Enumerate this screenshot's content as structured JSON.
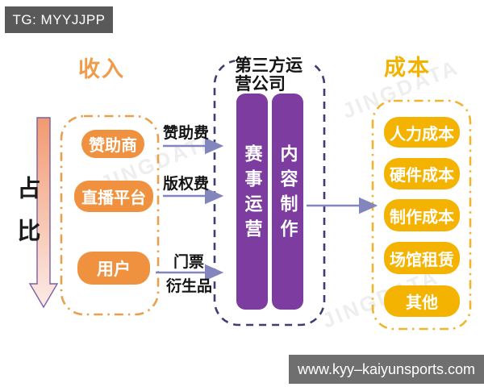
{
  "badge": {
    "text": "TG: MYYJJPP"
  },
  "footer": {
    "url": "www.kyy–kaiyunsports.com"
  },
  "watermark": {
    "text": "JINGDATA"
  },
  "diagram": {
    "left": {
      "title": "收入",
      "axis_label": "占比",
      "items": [
        {
          "label": "赞助商"
        },
        {
          "label": "直播平台"
        },
        {
          "label": "用户"
        }
      ]
    },
    "middle": {
      "title": "第三方运营公司",
      "bars": [
        {
          "label": "赛事运营"
        },
        {
          "label": "内容制作"
        }
      ]
    },
    "right": {
      "title": "成本",
      "items": [
        {
          "label": "人力成本"
        },
        {
          "label": "硬件成本"
        },
        {
          "label": "制作成本"
        },
        {
          "label": "场馆租赁"
        },
        {
          "label": "其他"
        }
      ]
    },
    "flows": [
      {
        "label": "赞助费"
      },
      {
        "label": "版权费"
      },
      {
        "label": "门票"
      },
      {
        "label": "衍生品"
      }
    ]
  },
  "colors": {
    "revenue_pill": "#f0913f",
    "cost_pill": "#f3b300",
    "operation_bar": "#7d3ca0",
    "revenue_title": "#ef9c4b",
    "cost_title": "#f2b200",
    "middle_border": "#3e3e72",
    "revenue_border": "#e8a04e",
    "cost_border": "#edb62e",
    "arrow": "#8286bd",
    "badge_bg": "#595959",
    "footer_bg": "#6f6f6f"
  }
}
